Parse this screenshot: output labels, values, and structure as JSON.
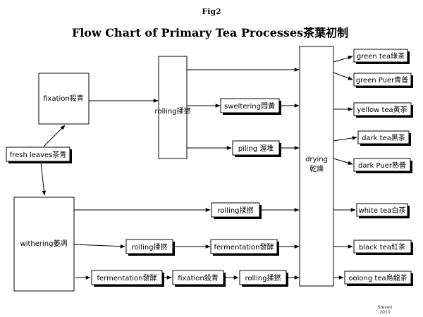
{
  "figure_label": "Fig2",
  "title": "Flow Chart of Primary Tea Processes茶葉初制",
  "signature": {
    "name": "Steven",
    "year": "2010"
  },
  "nodes": {
    "fresh_leaves": "fresh  leaves茶青",
    "fixation_top": "fixation殺青",
    "withering": "withering萎凋",
    "rolling_top": "rolling揉撚",
    "sweltering": "sweltering悶黃",
    "piling": "piling 渥堆",
    "drying_line1": "drying",
    "drying_line2": "乾燥",
    "rolling_white": "rolling揉撚",
    "rolling_black": "rolling揉撚",
    "fermentation_black": "fermentation發酵",
    "fermentation_oolong": "fermentation發酵",
    "fixation_oolong": "fixation殺青",
    "rolling_oolong": "rolling揉撚",
    "green_tea": "green tea綠茶",
    "green_puer": "green Puer青普",
    "yellow_tea": "yellow tea黃茶",
    "dark_tea": "dark tea黑茶",
    "dark_puer": "dark Puer熟普",
    "white_tea": "white tea白茶",
    "black_tea": "black  tea紅茶",
    "oolong_tea": "oolong tea烏龍茶"
  }
}
